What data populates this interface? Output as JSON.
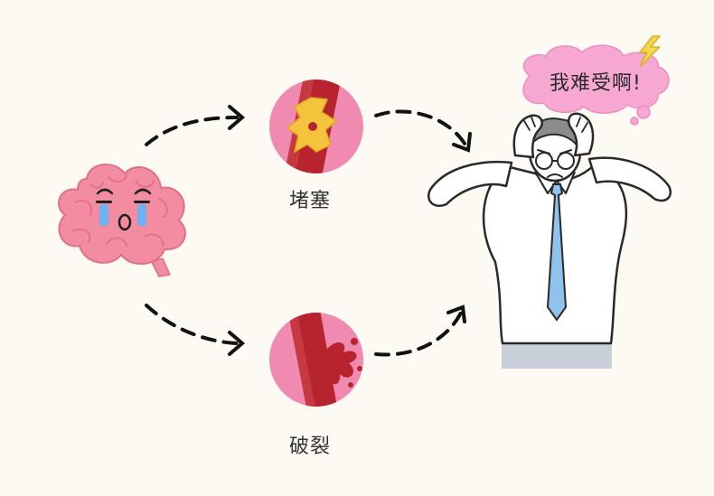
{
  "labels": {
    "blockage": "堵塞",
    "rupture": "破裂",
    "speech": "我难受啊!"
  },
  "colors": {
    "background": "#fdf9f3",
    "brain": "#f28ca0",
    "vessel_wall": "#f08ab0",
    "vessel_blood": "#b8242e",
    "plaque": "#f3c43c",
    "tear": "#6fb0f0",
    "shirt": "#ffffff",
    "tie": "#8fc2ec",
    "hair": "#8c8c8c",
    "bubble": "#f7a8d2",
    "lightning": "#f4d64e"
  }
}
